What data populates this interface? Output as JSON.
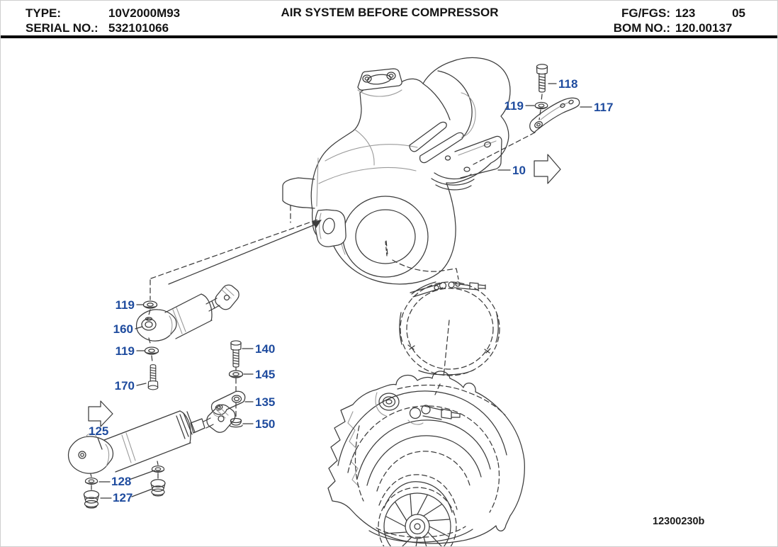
{
  "header": {
    "type_label": "TYPE:",
    "type_value": "10V2000M93",
    "serial_label": "SERIAL NO.:",
    "serial_value": "532101066",
    "title": "AIR SYSTEM BEFORE COMPRESSOR",
    "fg_label": "FG/FGS:",
    "fg_value": "123",
    "fg_value_2": "05",
    "bom_label": "BOM NO.:",
    "bom_value": "120.00137"
  },
  "diagram": {
    "drawing_number": "12300230b",
    "callout_color": "#1e4b9e",
    "line_color": "#3c3c3c",
    "callouts": [
      {
        "label": "118",
        "part": "hex-bolt",
        "has_arrow": false
      },
      {
        "label": "119",
        "part": "washer",
        "has_arrow": false
      },
      {
        "label": "117",
        "part": "retaining-strap",
        "has_arrow": false
      },
      {
        "label": "10",
        "part": "air-intake-housing",
        "has_arrow": true
      },
      {
        "label": "119",
        "part": "washer",
        "has_arrow": false
      },
      {
        "label": "160",
        "part": "actuator-cylinder",
        "has_arrow": false
      },
      {
        "label": "119",
        "part": "washer",
        "has_arrow": false
      },
      {
        "label": "170",
        "part": "hex-bolt",
        "has_arrow": false
      },
      {
        "label": "140",
        "part": "hex-bolt",
        "has_arrow": false
      },
      {
        "label": "145",
        "part": "washer",
        "has_arrow": false
      },
      {
        "label": "135",
        "part": "link-plate",
        "has_arrow": false
      },
      {
        "label": "150",
        "part": "hex-nut",
        "has_arrow": false
      },
      {
        "label": "125",
        "part": "actuator-cylinder",
        "has_arrow": true
      },
      {
        "label": "128",
        "part": "seal-ring",
        "has_arrow": false
      },
      {
        "label": "127",
        "part": "plug",
        "has_arrow": false
      }
    ]
  }
}
